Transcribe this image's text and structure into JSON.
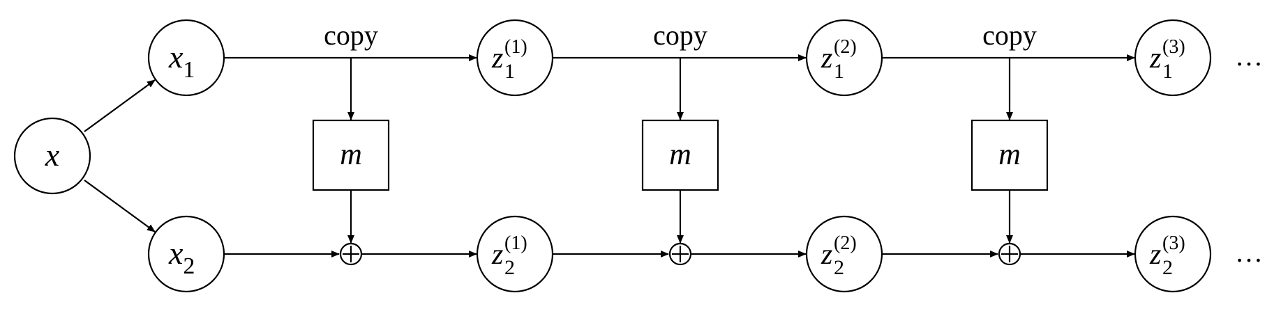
{
  "diagram": {
    "input": {
      "var": "x"
    },
    "split": [
      {
        "var": "x",
        "sub": "1"
      },
      {
        "var": "x",
        "sub": "2"
      }
    ],
    "stages": [
      {
        "edge_label": "copy",
        "block_label": "m",
        "top": {
          "var": "z",
          "sub": "1",
          "sup": "(1)"
        },
        "bottom": {
          "var": "z",
          "sub": "2",
          "sup": "(1)"
        }
      },
      {
        "edge_label": "copy",
        "block_label": "m",
        "top": {
          "var": "z",
          "sub": "1",
          "sup": "(2)"
        },
        "bottom": {
          "var": "z",
          "sub": "2",
          "sup": "(2)"
        }
      },
      {
        "edge_label": "copy",
        "block_label": "m",
        "top": {
          "var": "z",
          "sub": "1",
          "sup": "(3)"
        },
        "bottom": {
          "var": "z",
          "sub": "2",
          "sup": "(3)"
        }
      }
    ],
    "adder_symbol": "+",
    "ellipsis": "…"
  }
}
